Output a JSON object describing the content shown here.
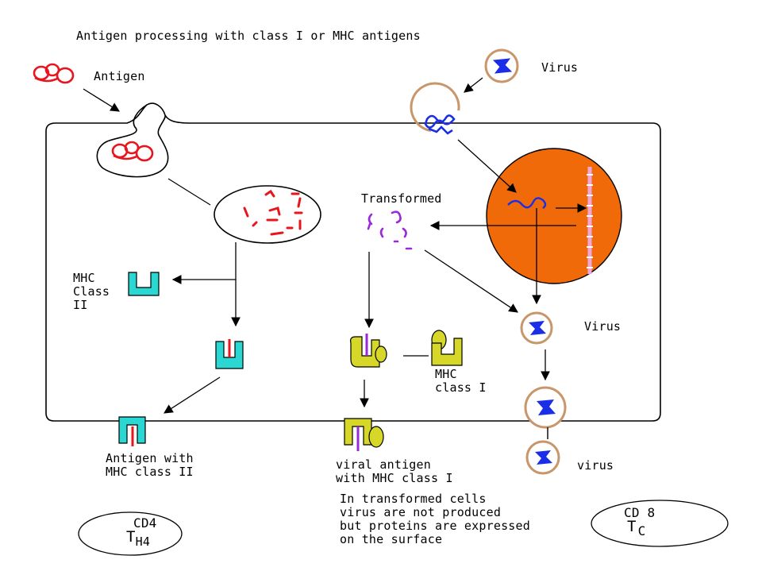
{
  "title": "Antigen processing with class I or MHC antigens",
  "labels": {
    "antigen": "Antigen",
    "virus_top": "Virus",
    "transformed": "Transformed",
    "mhc_class_ii": [
      "MHC",
      "Class",
      "II"
    ],
    "virus_mid": "Virus",
    "mhc_class_i": [
      "MHC",
      "class I"
    ],
    "antigen_with_mhc_ii": [
      "Antigen with",
      "MHC class II"
    ],
    "viral_antigen": [
      "viral antigen",
      "with MHC  class I"
    ],
    "virus_bottom": "virus",
    "transformed_note": [
      "In transformed cells",
      "virus are not produced",
      "but proteins are expressed",
      "on the surface"
    ],
    "cd4": "CD4",
    "th": "T",
    "th_sub": "H4",
    "cd8": "CD 8",
    "tc": "T",
    "tc_sub": "C"
  },
  "colors": {
    "antigen": "#e8141e",
    "virus_core": "#1a2ee8",
    "virus_ring": "#c8966a",
    "nucleus": "#f06a0a",
    "mhc_ii": "#2ad7d2",
    "mhc_i": "#d7d72a",
    "peptide_viral": "#9a2ad7",
    "dna": "#f2a6d8"
  }
}
